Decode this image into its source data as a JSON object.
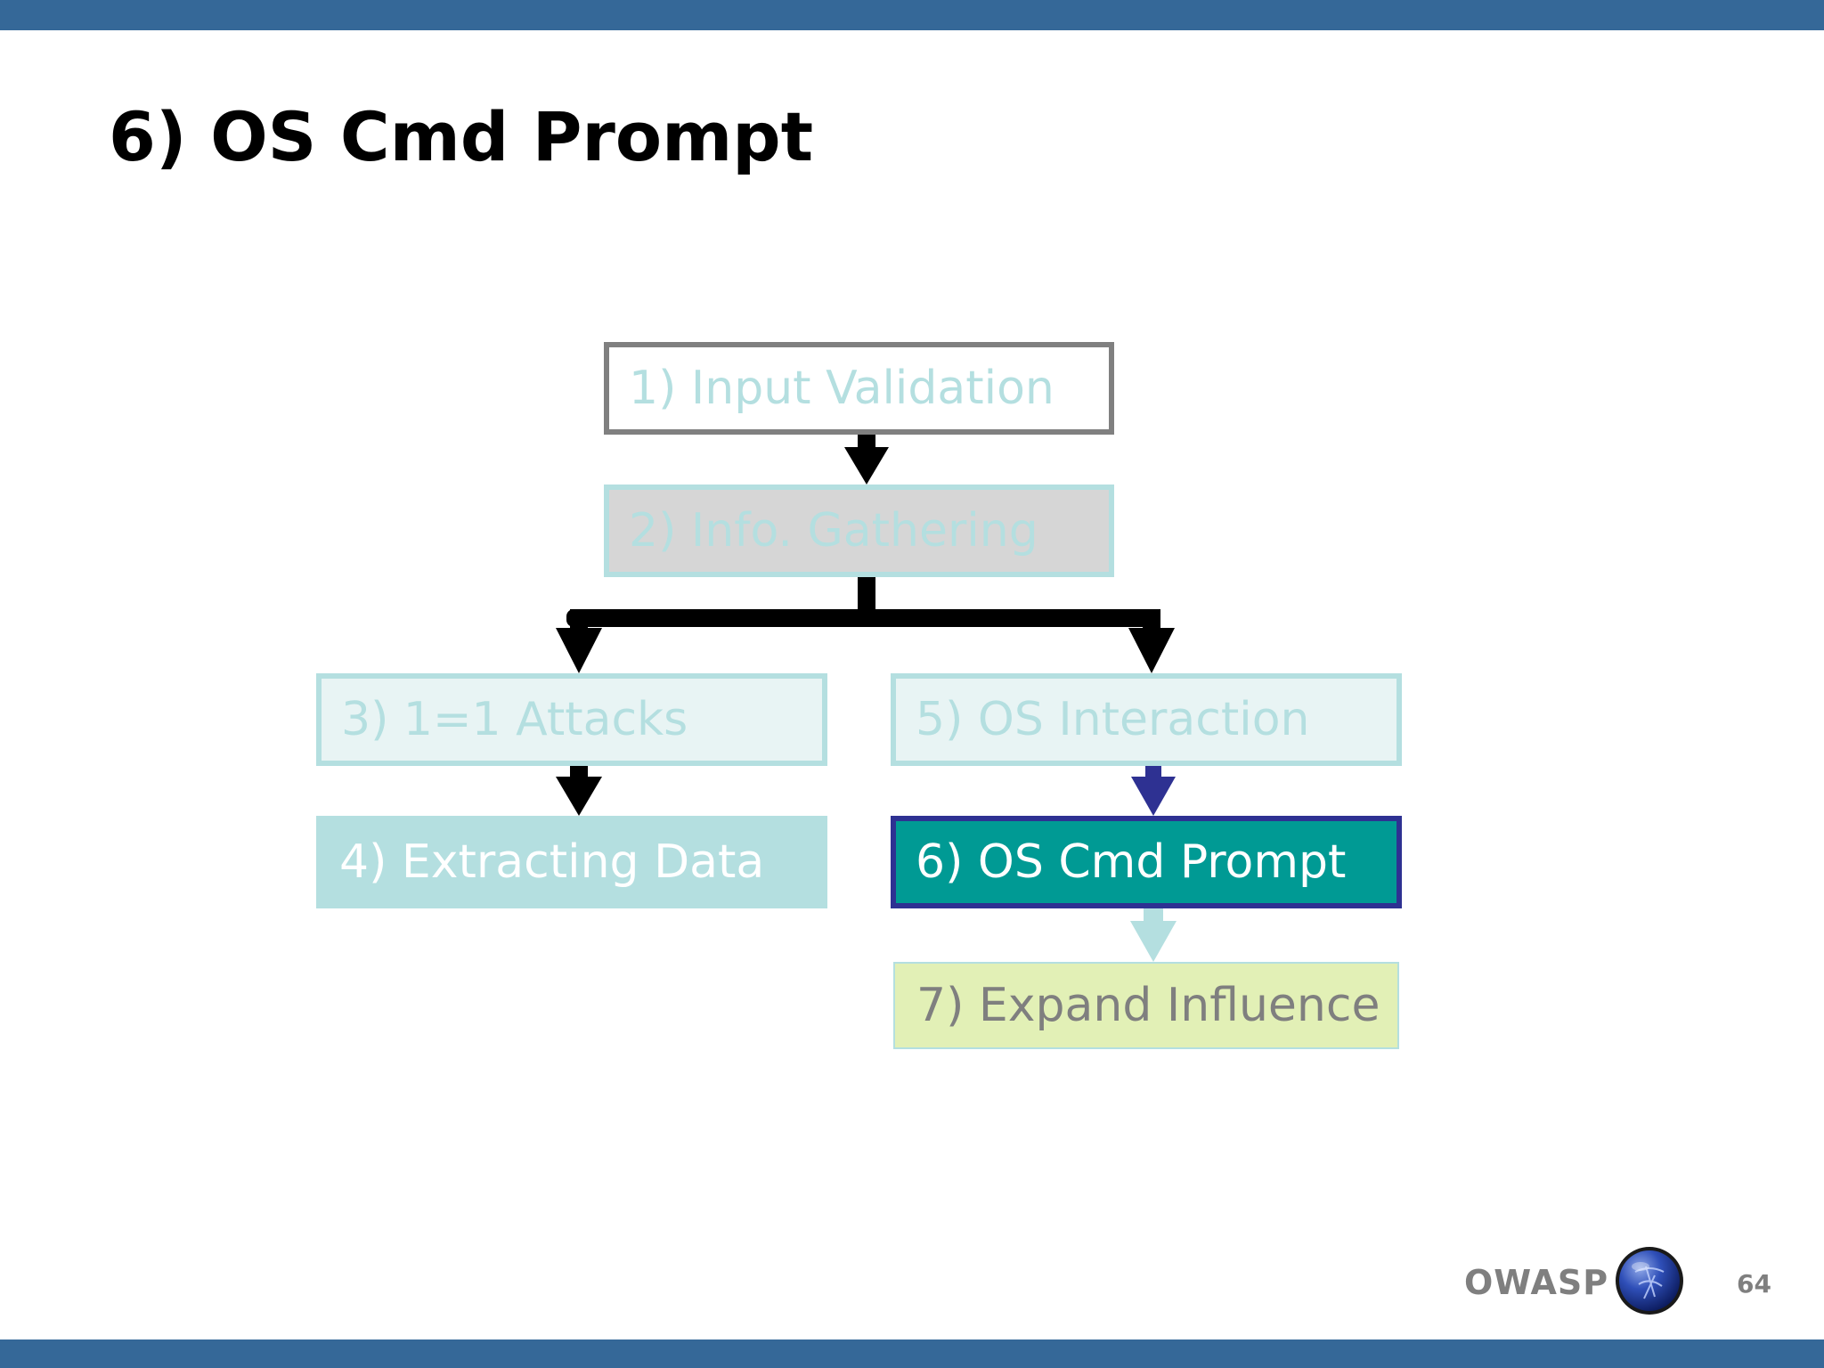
{
  "slide": {
    "title": "6) OS Cmd Prompt",
    "page_number": "64"
  },
  "footer": {
    "brand": "OWASP",
    "logo_icon": "owasp-globe-icon"
  },
  "colors": {
    "band": "#356898",
    "faded_text": "#b4dfe0",
    "highlight_fill": "#009a94",
    "highlight_border": "#2e3192",
    "next_step_fill": "#e2f0b6"
  },
  "flowchart": {
    "nodes": [
      {
        "id": "1",
        "label": "1) Input Validation",
        "state": "completed"
      },
      {
        "id": "2",
        "label": "2) Info. Gathering",
        "state": "completed"
      },
      {
        "id": "3",
        "label": "3) 1=1 Attacks",
        "state": "completed"
      },
      {
        "id": "4",
        "label": "4) Extracting Data",
        "state": "completed"
      },
      {
        "id": "5",
        "label": "5) OS Interaction",
        "state": "completed"
      },
      {
        "id": "6",
        "label": "6) OS Cmd Prompt",
        "state": "current"
      },
      {
        "id": "7",
        "label": "7) Expand Influence",
        "state": "upcoming"
      }
    ],
    "edges": [
      {
        "from": "1",
        "to": "2"
      },
      {
        "from": "2",
        "to": "3"
      },
      {
        "from": "2",
        "to": "5"
      },
      {
        "from": "3",
        "to": "4"
      },
      {
        "from": "5",
        "to": "6"
      },
      {
        "from": "6",
        "to": "7"
      }
    ]
  }
}
